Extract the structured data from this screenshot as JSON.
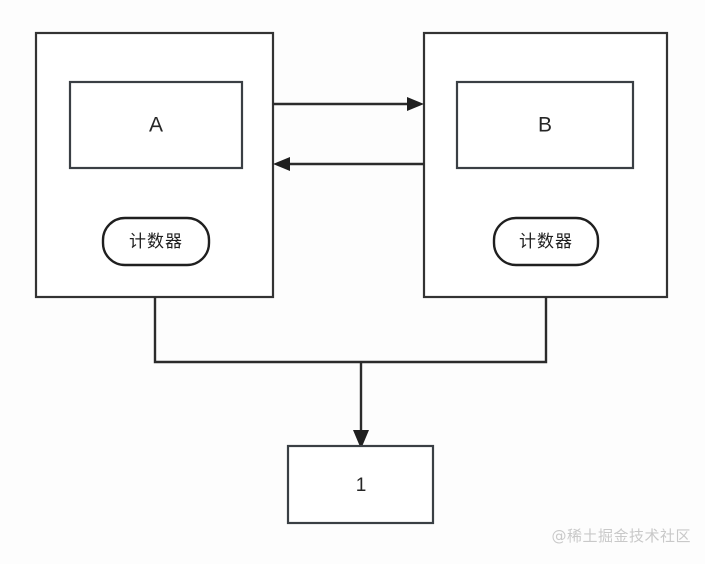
{
  "diagram": {
    "title": "",
    "background_color": "#fdfdfd",
    "stroke_color": "#2b2b2b",
    "nodes": {
      "process_a": {
        "label": "A",
        "counter_label": "计数器"
      },
      "process_b": {
        "label": "B",
        "counter_label": "计数器"
      },
      "result": {
        "label": "1"
      }
    },
    "edges": [
      {
        "name": "a-to-b",
        "from": "process_a",
        "to": "process_b",
        "label": ""
      },
      {
        "name": "b-to-a",
        "from": "process_b",
        "to": "process_a",
        "label": ""
      },
      {
        "name": "merge-to-result",
        "from": "process_a,process_b",
        "to": "result",
        "label": ""
      }
    ]
  },
  "watermark": {
    "text": "@稀土掘金技术社区"
  }
}
